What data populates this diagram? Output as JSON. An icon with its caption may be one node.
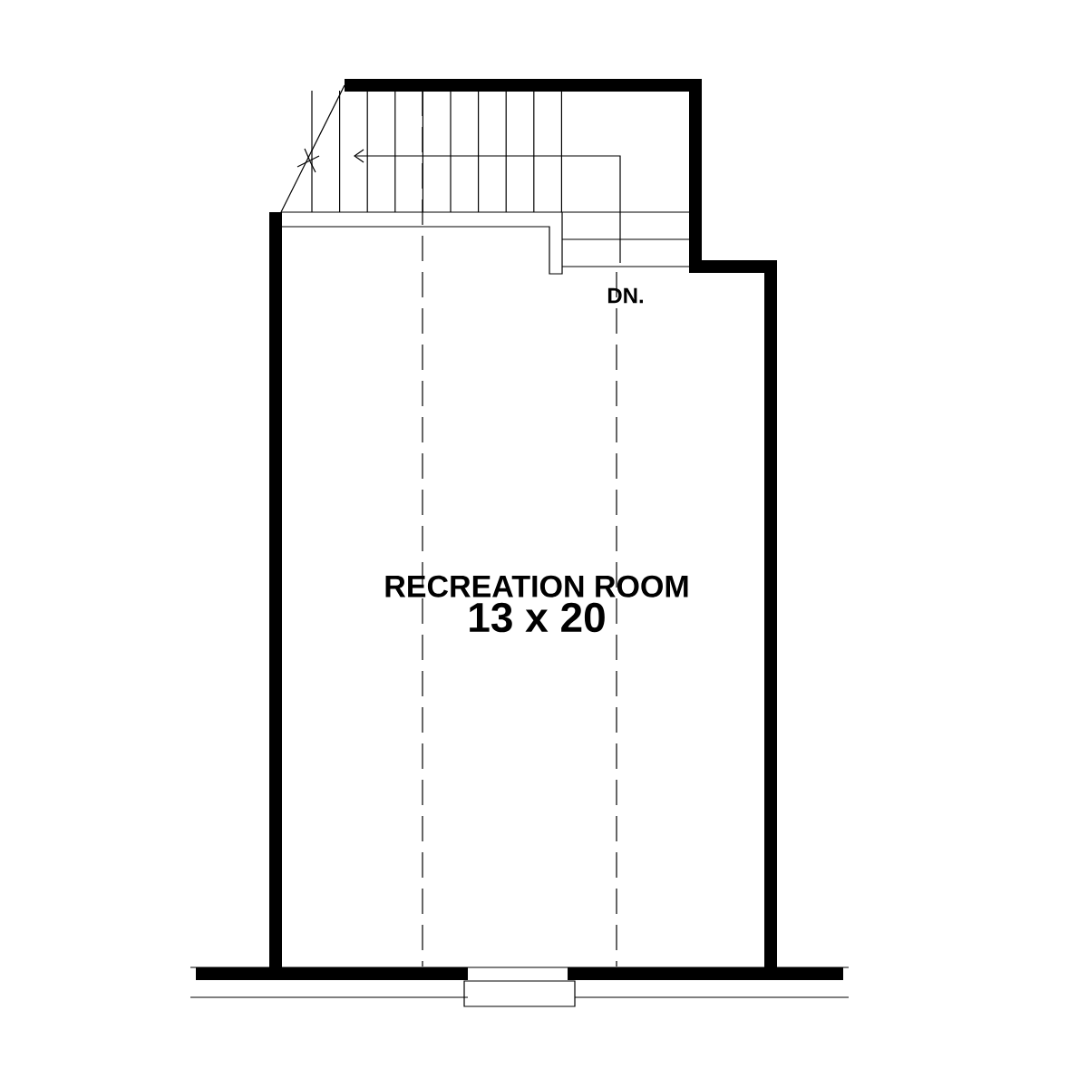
{
  "diagram": {
    "nodes": [
      {
        "text": [
          "RECREATION ROOM",
          "13 x 20"
        ]
      }
    ],
    "labels": [
      "DN."
    ]
  }
}
